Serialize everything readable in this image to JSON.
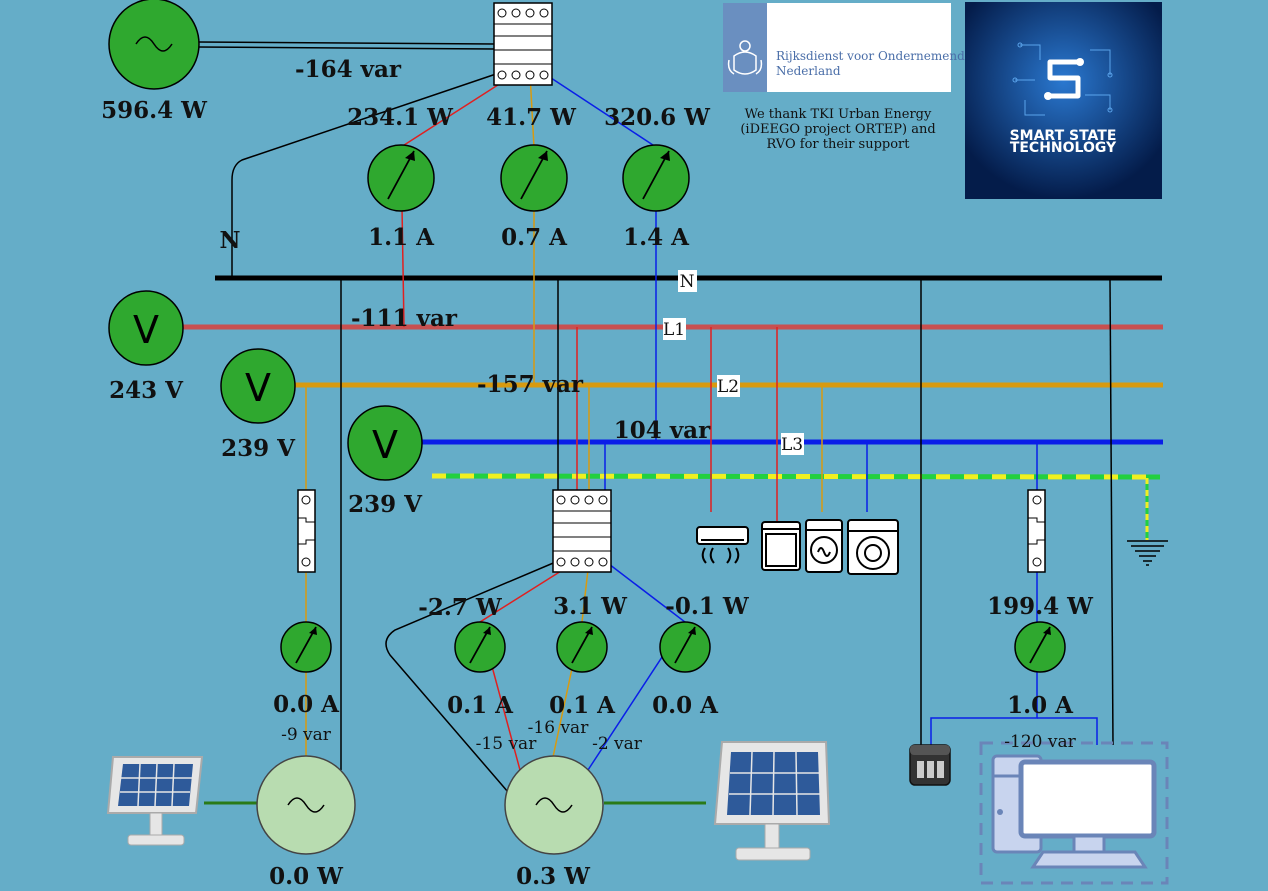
{
  "grid": {
    "power": "596.4 W",
    "reactive": "-164 var"
  },
  "main_meter": {
    "l1": {
      "power": "234.1 W",
      "current": "1.1 A"
    },
    "l2": {
      "power": "41.7 W",
      "current": "0.7 A"
    },
    "l3": {
      "power": "320.6 W",
      "current": "1.4 A"
    }
  },
  "bus": {
    "n": "N",
    "neutral_tag": "N",
    "l1_tag": "L1",
    "l2_tag": "L2",
    "l3_tag": "L3",
    "l1_voltage": "243 V",
    "l2_voltage": "239 V",
    "l3_voltage": "239 V",
    "l1_reactive": "-111 var",
    "l2_reactive": "-157 var",
    "l3_reactive": "104 var",
    "voltmeter_symbol": "V"
  },
  "pv_left": {
    "current": "0.0 A",
    "reactive": "-9 var",
    "power": "0.0 W"
  },
  "pv_right": {
    "l1": {
      "power": "-2.7 W",
      "current": "0.1 A",
      "reactive": "-15 var"
    },
    "l2": {
      "power": "3.1 W",
      "current": "0.1 A",
      "reactive": "-16 var"
    },
    "l3": {
      "power": "-0.1 W",
      "current": "0.0 A",
      "reactive": "-2 var"
    },
    "power": "0.3 W"
  },
  "computer": {
    "power": "199.4 W",
    "current": "1.0 A",
    "reactive": "-120 var"
  },
  "sponsor": {
    "org_line1": "Rijksdienst voor Ondernemend",
    "org_line2": "Nederland",
    "thanks_line1": "We thank TKI Urban Energy",
    "thanks_line2": "(iDEEGO project ORTEP) and",
    "thanks_line3": "RVO for their support",
    "brand_line1": "SMART STATE",
    "brand_line2": "TECHNOLOGY"
  },
  "colors": {
    "background": "#65adc8",
    "l1": "#c85050",
    "l2": "#d89a10",
    "l3": "#0a1ee8",
    "meter_fill": "#2fa82f",
    "generator_fill": "#b8dcb0",
    "earth_green": "#22d040",
    "earth_yellow": "#f0f020",
    "brand_panel": "#0a3878",
    "rvo_stripe": "#6a8fc0"
  }
}
